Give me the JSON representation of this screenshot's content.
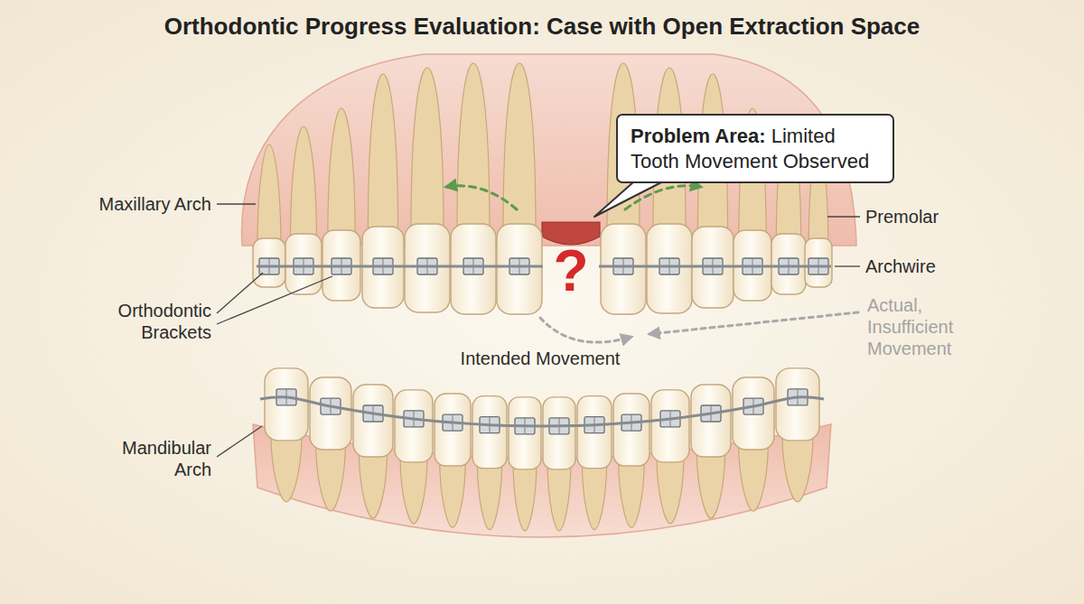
{
  "diagram": {
    "title": "Orthodontic Progress Evaluation: Case with Open Extraction Space",
    "nodes": [
      {
        "text": [
          "Problem Area:",
          "Limited Tooth Movement Observed"
        ]
      }
    ],
    "labels": [
      "Maxillary Arch",
      "Orthodontic Brackets",
      "Mandibular Arch",
      "Intended Movement",
      "?",
      "Premolar",
      "Archwire",
      "Actual, Insufficient Movement"
    ]
  }
}
